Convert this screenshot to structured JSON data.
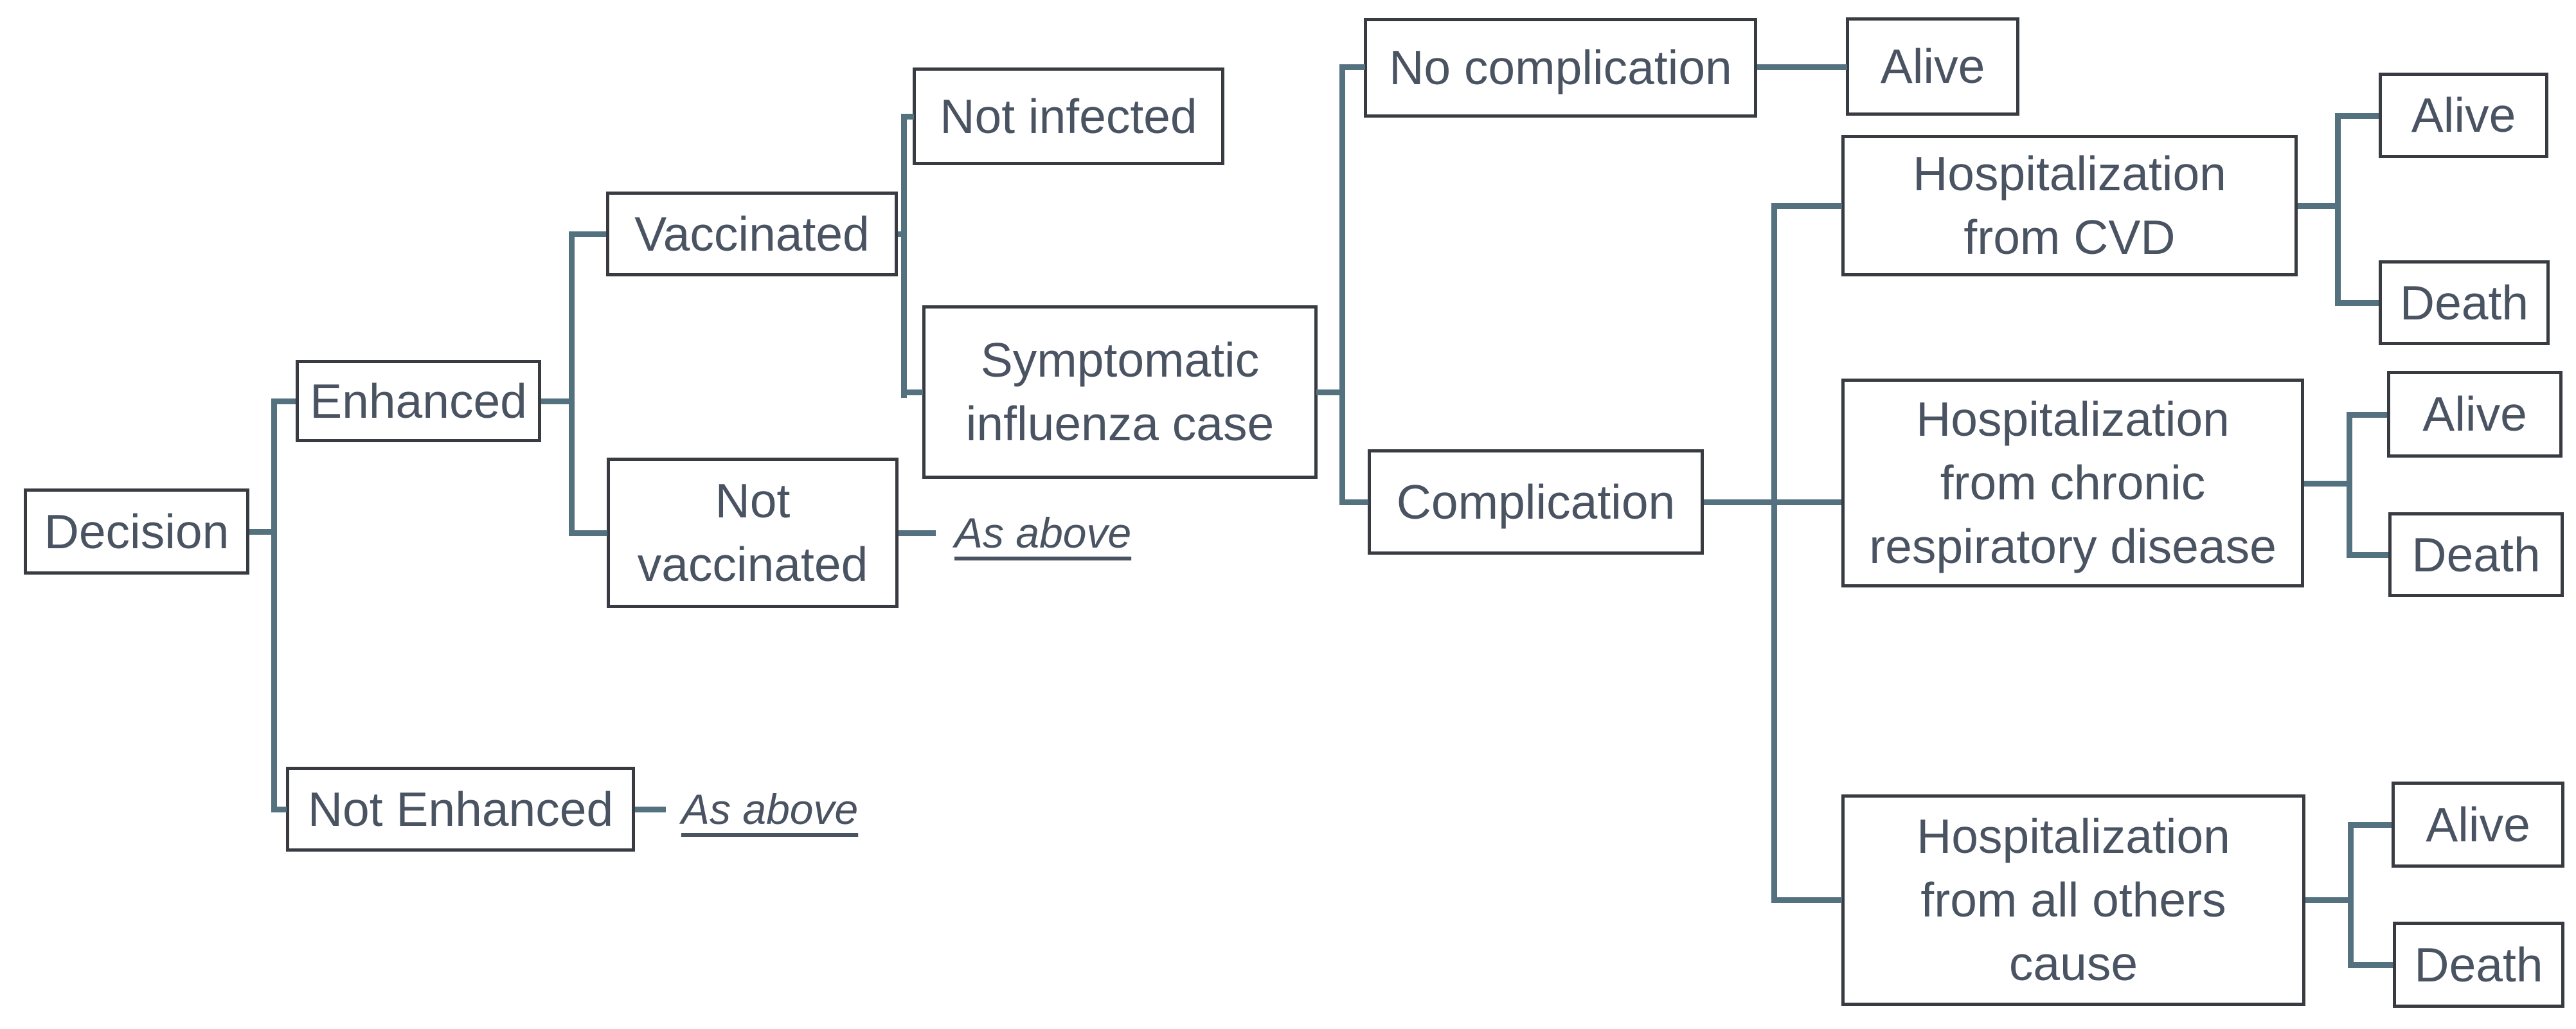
{
  "diagram": {
    "type": "decision-tree",
    "nodes": {
      "decision": {
        "label": "Decision"
      },
      "enhanced": {
        "label": "Enhanced"
      },
      "not_enhanced": {
        "label": "Not Enhanced"
      },
      "vaccinated": {
        "label": "Vaccinated"
      },
      "not_vaccinated": {
        "label": "Not\nvaccinated"
      },
      "not_infected": {
        "label": "Not infected"
      },
      "symptomatic_influenza_case": {
        "label": "Symptomatic\ninfluenza case"
      },
      "no_complication": {
        "label": "No complication"
      },
      "alive_no_complication": {
        "label": "Alive"
      },
      "complication": {
        "label": "Complication"
      },
      "hospitalization_cvd": {
        "label": "Hospitalization\nfrom CVD"
      },
      "alive_cvd": {
        "label": "Alive"
      },
      "death_cvd": {
        "label": "Death"
      },
      "hospitalization_chronic_respiratory": {
        "label": "Hospitalization\nfrom chronic\nrespiratory disease"
      },
      "alive_chronic_respiratory": {
        "label": "Alive"
      },
      "death_chronic_respiratory": {
        "label": "Death"
      },
      "hospitalization_all_others": {
        "label": "Hospitalization\nfrom all others\ncause"
      },
      "alive_all_others": {
        "label": "Alive"
      },
      "death_all_others": {
        "label": "Death"
      },
      "as_above_not_vaccinated": {
        "label": "As above"
      },
      "as_above_not_enhanced": {
        "label": "As above"
      }
    },
    "colors": {
      "background": "#ffffff",
      "box_fill": "#ffffff",
      "box_border": "#383c42",
      "text": "#4a5362",
      "connector": "#54717f"
    }
  }
}
